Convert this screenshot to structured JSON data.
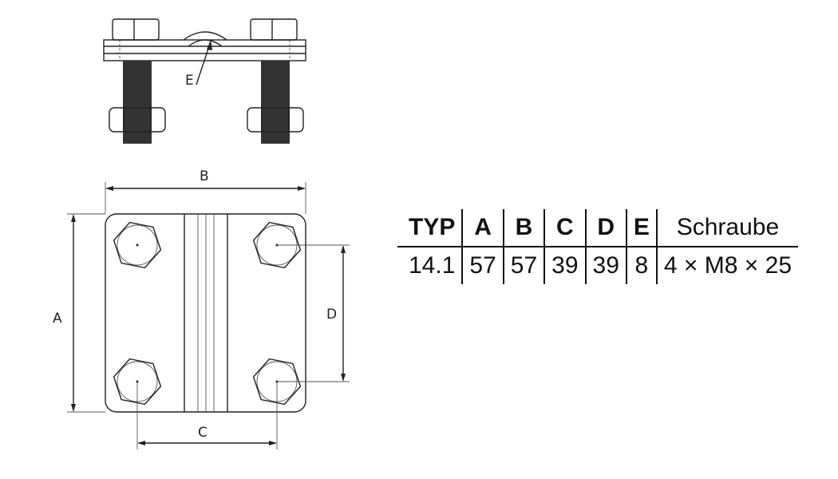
{
  "drawing": {
    "labels": {
      "A": "A",
      "B": "B",
      "C": "C",
      "D": "D",
      "E": "E"
    }
  },
  "table": {
    "headers": [
      "TYP",
      "A",
      "B",
      "C",
      "D",
      "E",
      "Schraube"
    ],
    "rows": [
      [
        "14.1",
        "57",
        "57",
        "39",
        "39",
        "8",
        "4 × M8 × 25"
      ]
    ]
  }
}
